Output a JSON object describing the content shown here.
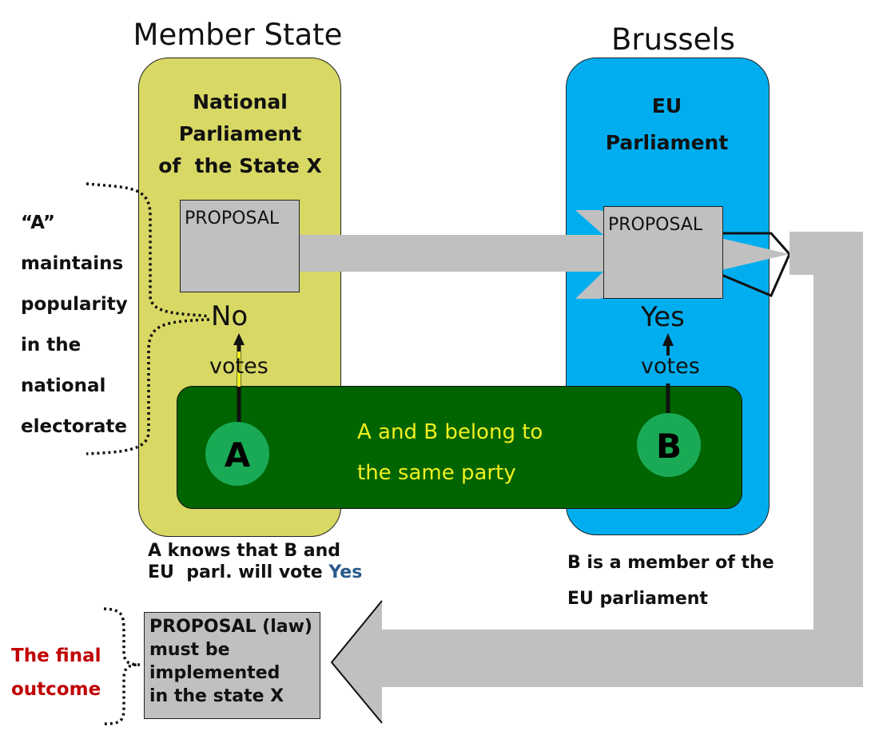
{
  "headings": {
    "member_state": "Member State",
    "brussels": "Brussels"
  },
  "national_panel": {
    "title_lines": [
      "National",
      "Parliament",
      "of  the State X"
    ]
  },
  "eu_panel": {
    "title_lines": [
      "EU",
      "Parliament"
    ]
  },
  "proposal_label": "PROPOSAL",
  "votes": {
    "a_vote": "No",
    "b_vote": "Yes",
    "votes_label": "votes"
  },
  "party_box": {
    "text_lines": [
      "A and B belong to",
      "the same party"
    ],
    "member_a": "A",
    "member_b": "B"
  },
  "left_note": {
    "lines": [
      "“A”",
      "maintains",
      "popularity",
      "in the",
      "national",
      "electorate"
    ]
  },
  "note_a": {
    "line1": "A knows that B and",
    "line2": "EU  parl. will vote ",
    "highlight": "Yes"
  },
  "note_b": {
    "line1": "B is a member of the",
    "line2": "EU parliament"
  },
  "final": {
    "label_lines": [
      "The final",
      "outcome"
    ],
    "box_lines": [
      "PROPOSAL (law)",
      "must be",
      "implemented",
      "in the state X"
    ]
  },
  "colors": {
    "national_panel": "#d8d865",
    "eu_panel": "#00aeef",
    "party_box": "#006400",
    "party_text": "#f0f020",
    "circle": "#1aaa55",
    "arrow": "#c0c0c0",
    "final_label": "#c00000",
    "yes_highlight": "#2a5a8a"
  }
}
